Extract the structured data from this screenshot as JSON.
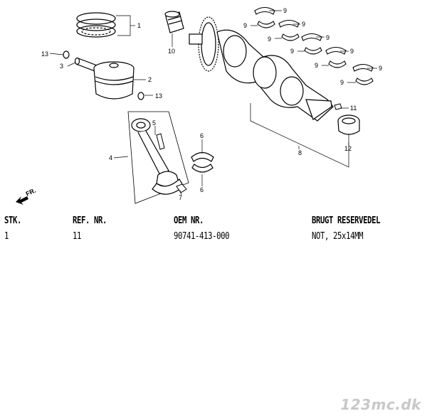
{
  "diagram": {
    "callouts": [
      "1",
      "2",
      "3",
      "4",
      "5",
      "6",
      "6",
      "7",
      "8",
      "9",
      "9",
      "9",
      "9",
      "9",
      "9",
      "9",
      "9",
      "9",
      "9",
      "10",
      "11",
      "12",
      "13",
      "13"
    ],
    "direction_label": "FR."
  },
  "table": {
    "headers": [
      "STK.",
      "REF. NR.",
      "OEM NR.",
      "BRUGT RESERVEDEL"
    ],
    "rows": [
      [
        "1",
        "11",
        "90741-413-000",
        "NOT, 25x14MM"
      ]
    ]
  },
  "watermark": "123mc.dk"
}
